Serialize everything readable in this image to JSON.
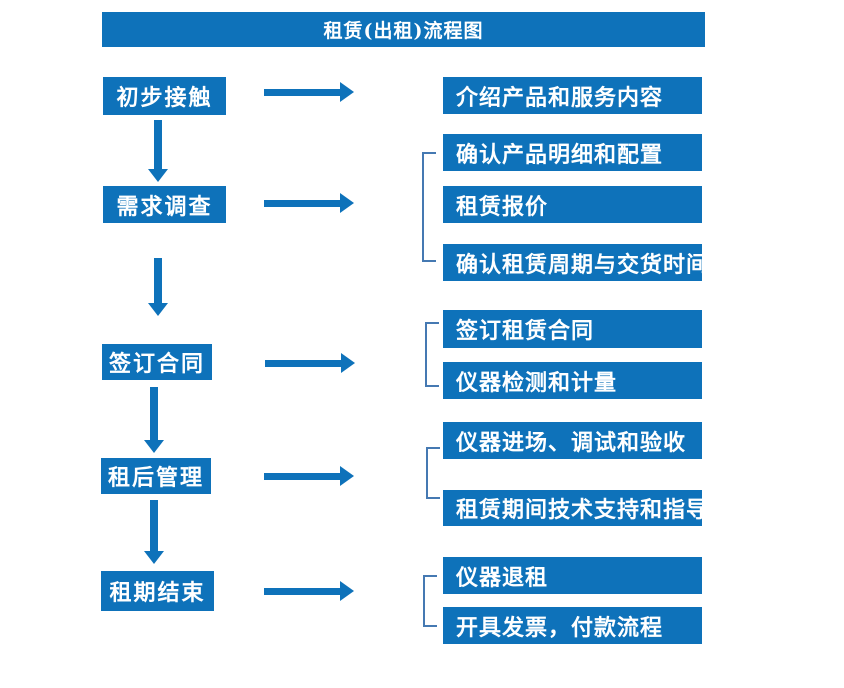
{
  "title": "租赁(出租)流程图",
  "colors": {
    "box_blue": "#0e72ba",
    "bracket_blue": "#4579b2",
    "text_white": "#ffffff",
    "background": "#ffffff"
  },
  "flow": {
    "steps": [
      {
        "label": "初步接触",
        "details": [
          "介绍产品和服务内容"
        ]
      },
      {
        "label": "需求调查",
        "details": [
          "确认产品明细和配置",
          "租赁报价",
          "确认租赁周期与交货时间"
        ]
      },
      {
        "label": "签订合同",
        "details": [
          "签订租赁合同",
          "仪器检测和计量"
        ]
      },
      {
        "label": "租后管理",
        "details": [
          "仪器进场、调试和验收",
          "租赁期间技术支持和指导"
        ]
      },
      {
        "label": "租期结束",
        "details": [
          "仪器退租",
          "开具发票，付款流程"
        ]
      }
    ]
  }
}
